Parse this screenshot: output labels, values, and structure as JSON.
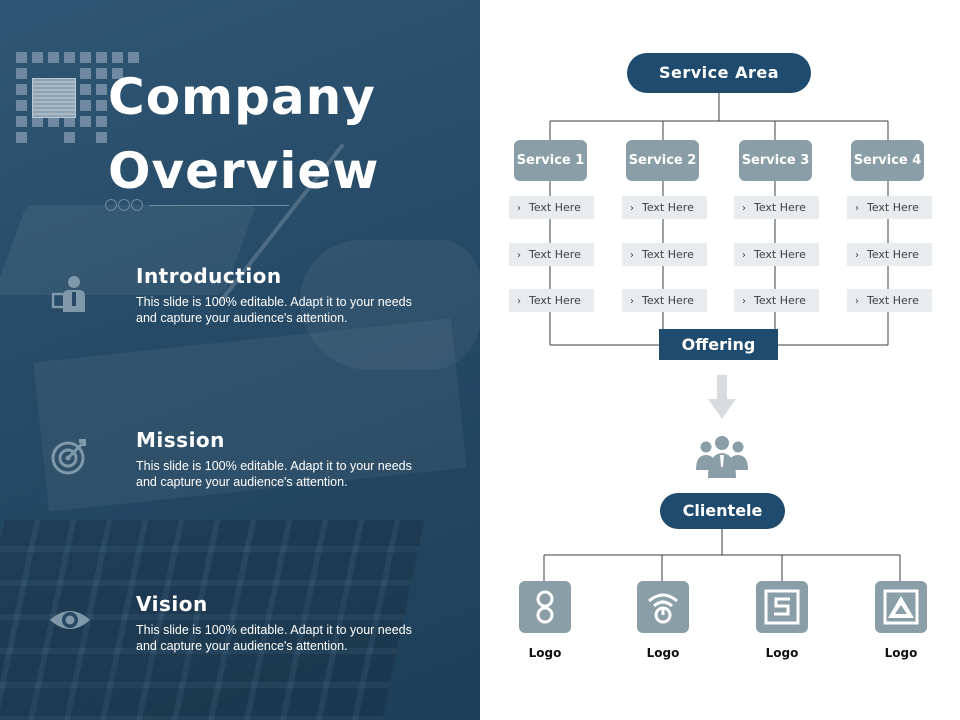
{
  "slide": {
    "title_line1": "Company",
    "title_line2": "Overview"
  },
  "left_sections": [
    {
      "heading": "Introduction",
      "body": "This slide is 100% editable. Adapt it to your needs and capture your audience's attention.",
      "icon": "person-with-presentation-icon"
    },
    {
      "heading": "Mission",
      "body": "This slide is 100% editable. Adapt it to your needs and capture your audience's attention.",
      "icon": "target-icon"
    },
    {
      "heading": "Vision",
      "body": "This slide is 100% editable. Adapt it to your needs and capture your audience's attention.",
      "icon": "eye-icon"
    }
  ],
  "diagram": {
    "service_area_label": "Service Area",
    "services": [
      {
        "name": "Service 1",
        "items": [
          "Text Here",
          "Text Here",
          "Text Here"
        ]
      },
      {
        "name": "Service 2",
        "items": [
          "Text Here",
          "Text Here",
          "Text Here"
        ]
      },
      {
        "name": "Service 3",
        "items": [
          "Text Here",
          "Text Here",
          "Text Here"
        ]
      },
      {
        "name": "Service 4",
        "items": [
          "Text Here",
          "Text Here",
          "Text Here"
        ]
      }
    ],
    "offering_label": "Offering",
    "clientele_label": "Clientele",
    "logos": [
      {
        "label": "Logo",
        "icon": "infinity-logo-icon"
      },
      {
        "label": "Logo",
        "icon": "wifi-logo-icon"
      },
      {
        "label": "Logo",
        "icon": "s-square-logo-icon"
      },
      {
        "label": "Logo",
        "icon": "triangle-a-logo-icon"
      }
    ]
  },
  "colors": {
    "navy": "#1f4b6e",
    "panel": "#264a66",
    "service_gray": "#8a9ea8",
    "item_bg": "#e9ecee"
  }
}
